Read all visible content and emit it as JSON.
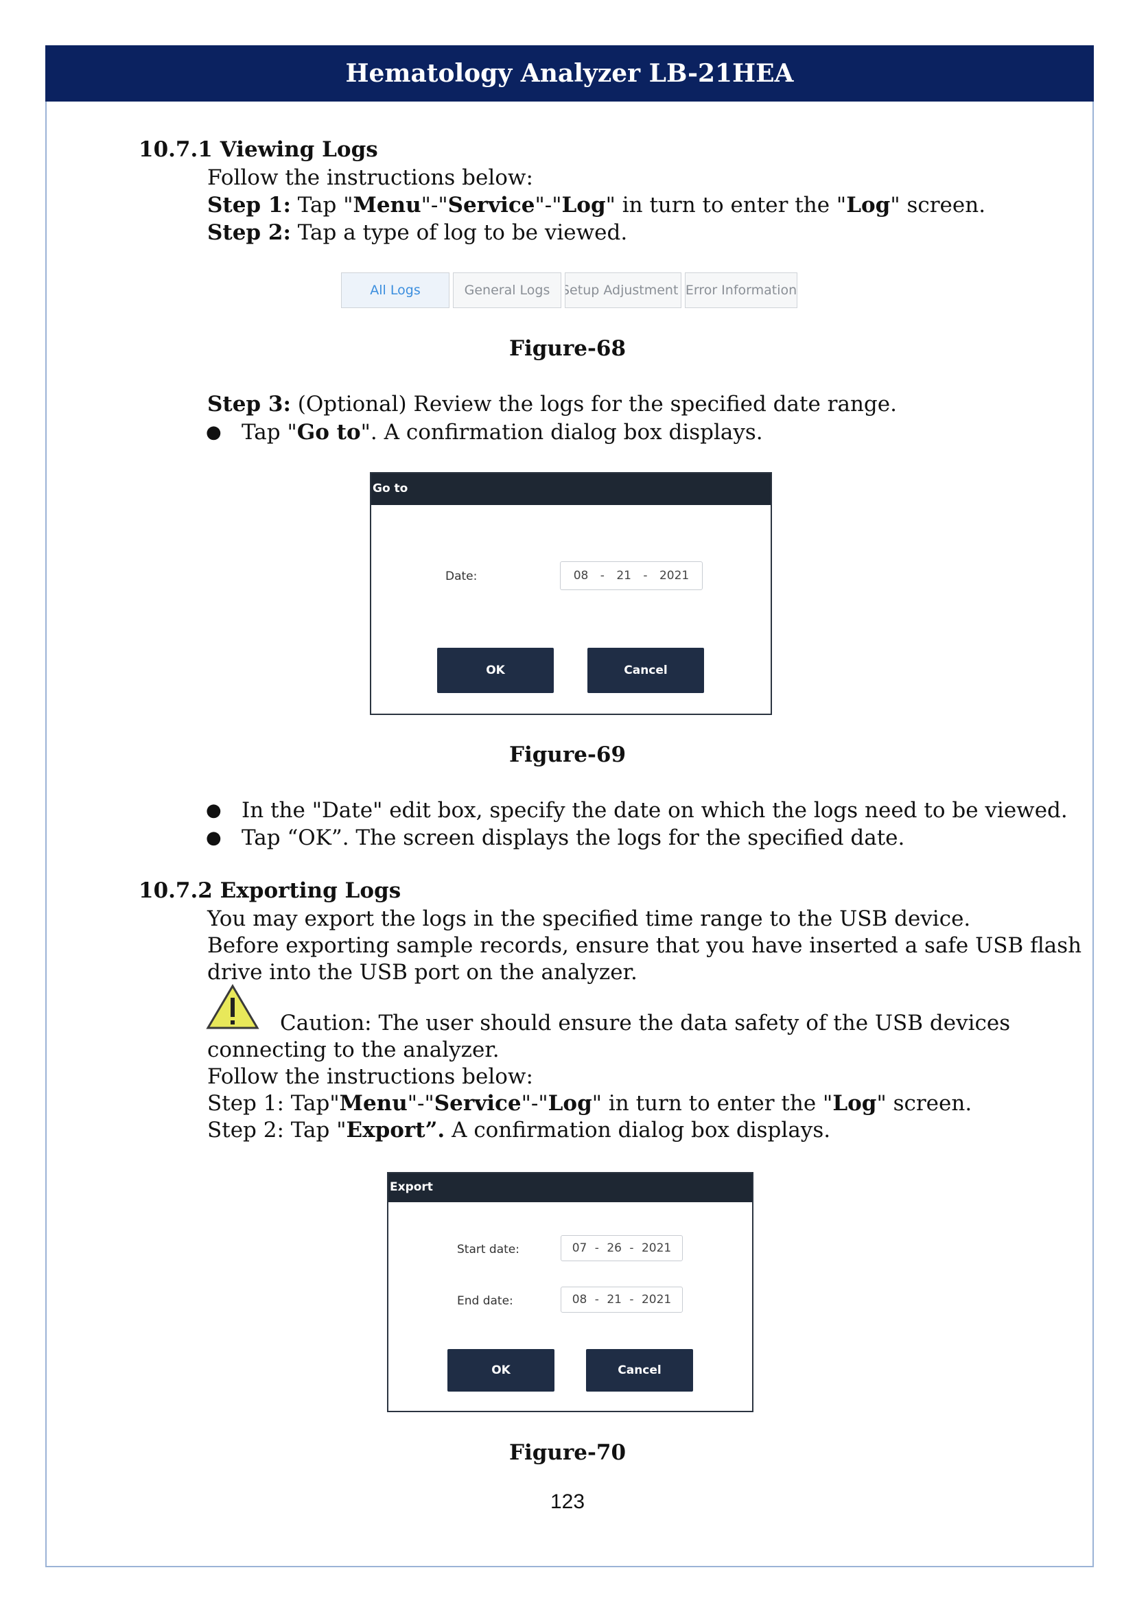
{
  "header": {
    "title": "Hematology Analyzer LB-21HEA"
  },
  "s1": {
    "heading": "10.7.1 Viewing Logs",
    "intro": "Follow the instructions below:",
    "step1": {
      "label": "Step 1:",
      "t1": " Tap \"",
      "menu": "Menu",
      "t2": "\"-\"",
      "service": "Service",
      "t3": "\"-\"",
      "log": "Log",
      "t4": "\" in turn to enter the \"",
      "log2": "Log",
      "t5": "\" screen."
    },
    "step2": {
      "label": "Step 2:",
      "text": " Tap a type of log to be viewed."
    },
    "step3": {
      "label": "Step 3:",
      "text": " (Optional) Review the logs for the specified date range."
    },
    "bullet1": {
      "t1": "Tap \"",
      "goto": "Go to",
      "t2": "\". A confirmation dialog box displays."
    },
    "bullet2": "In the \"Date\" edit box, specify the date on which the logs need to be viewed.",
    "bullet3": "Tap “OK”. The screen displays the logs for the specified date."
  },
  "fig68": {
    "caption": "Figure-68",
    "tabs": [
      "All Logs",
      "General Logs",
      "Setup Adjustment",
      "Error Information"
    ]
  },
  "fig69": {
    "caption": "Figure-69",
    "title": "Go to",
    "date_label": "Date:",
    "date": {
      "mm": "08",
      "dd": "21",
      "yyyy": "2021"
    },
    "ok": "OK",
    "cancel": "Cancel"
  },
  "s2": {
    "heading": "10.7.2 Exporting Logs",
    "p1": "You may export the logs in the specified time range to the USB device.",
    "p2a": "Before exporting sample records, ensure that you have inserted a safe USB flash",
    "p2b": "drive into the USB port on the analyzer.",
    "caution_a": "Caution: The user should ensure the data safety of the USB devices",
    "caution_b": "connecting to the analyzer.",
    "intro": "Follow the instructions below:",
    "step1": {
      "t0": "Step 1: Tap\"",
      "menu": "Menu",
      "t2": "\"-\"",
      "service": "Service",
      "t3": "\"-\"",
      "log": "Log",
      "t4": "\" in turn to enter the \"",
      "log2": "Log",
      "t5": "\" screen."
    },
    "step2": {
      "t0": "Step 2: Tap \"",
      "export": "Export”.",
      "t1": " A confirmation dialog box displays."
    }
  },
  "fig70": {
    "caption": "Figure-70",
    "title": "Export",
    "start_label": "Start date:",
    "start": {
      "mm": "07",
      "dd": "26",
      "yyyy": "2021"
    },
    "end_label": "End date:",
    "end": {
      "mm": "08",
      "dd": "21",
      "yyyy": "2021"
    },
    "ok": "OK",
    "cancel": "Cancel"
  },
  "page_number": "123",
  "colors": {
    "header_bg": "#0b2260",
    "frame": "#9bb3d6",
    "dialog_title": "#1e2733",
    "button": "#1f2d45",
    "active_tab": "#3b8ede"
  },
  "icons": {
    "caution": "warning-triangle-icon"
  }
}
